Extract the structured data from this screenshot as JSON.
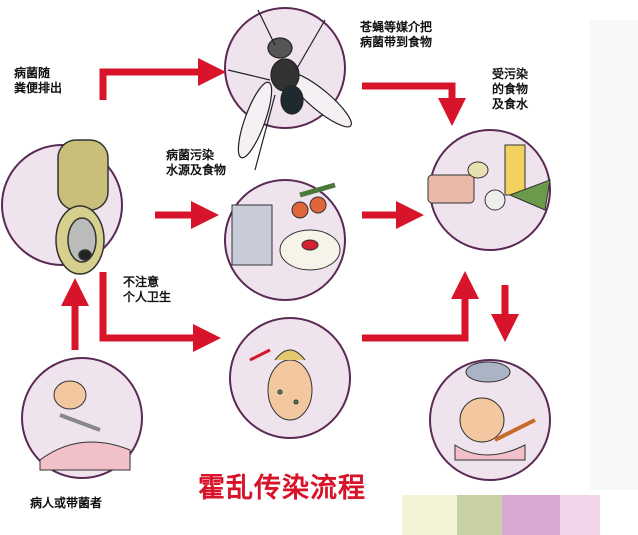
{
  "title": "霍乱传染流程",
  "labels": {
    "excreted": "病菌随\n粪便排出",
    "fly": "苍蝇等媒介把\n病菌带到食物",
    "contaminated_food": "受污染\n的食物\n及食水",
    "water_source": "病菌污染\n水源及食物",
    "hygiene": "不注意\n个人卫生",
    "patient": "病人或带菌者"
  },
  "colors": {
    "arrow": "#d8142a",
    "circle_fill": "#efe3ee",
    "circle_stroke": "#5a2a55"
  }
}
